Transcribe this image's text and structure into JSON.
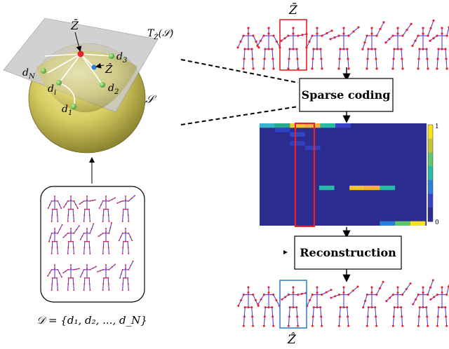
{
  "manifold": {
    "label": "𝒮",
    "tangent_label": "T",
    "tangent_sub": "Z̄",
    "tangent_arg": "(𝒮)",
    "mean_label": "Z̄",
    "recon_label": "Ẑ̄",
    "atoms": [
      "d",
      "d",
      "d",
      "d",
      "d"
    ],
    "atom_subs": [
      "3",
      "2",
      "1",
      "i",
      "N"
    ]
  },
  "dictionary": {
    "caption": "𝒟 = {d₁, d₂, ..., d_N}"
  },
  "pipeline": {
    "input_label": "Z̄",
    "output_label": "Ẑ̄",
    "sparse_coding": "Sparse coding",
    "reconstruction": "Reconstruction"
  },
  "heatmap": {
    "colorbar_max": "1",
    "colorbar_min": "0",
    "low_color": "#2b2c8e",
    "rows": [
      [
        "#3ab4c8",
        "#29a98c",
        "#f5c431",
        "#f7b13a",
        "#27bba8",
        "#3a42c9",
        "",
        "",
        "",
        "",
        ""
      ],
      [
        "",
        "#3042c4",
        "",
        "",
        "",
        "",
        "",
        "",
        "",
        "",
        ""
      ],
      [
        "",
        "",
        "#3148c6",
        "",
        "",
        "",
        "",
        "",
        "",
        "",
        ""
      ],
      [
        "",
        "",
        "",
        "",
        "",
        "",
        "",
        "",
        "",
        "",
        ""
      ],
      [
        "",
        "",
        "#3040bf",
        "",
        "",
        "",
        "",
        "",
        "",
        "",
        ""
      ],
      [
        "",
        "",
        "",
        "#3040bf",
        "",
        "",
        "",
        "",
        "",
        "",
        ""
      ],
      [
        "",
        "",
        "",
        "",
        "",
        "",
        "",
        "",
        "",
        "",
        ""
      ],
      [
        "",
        "",
        "",
        "",
        "",
        "",
        "",
        "",
        "",
        "",
        ""
      ],
      [
        "",
        "",
        "",
        "",
        "",
        "",
        "",
        "",
        "",
        "",
        ""
      ],
      [
        "",
        "",
        "",
        "",
        "",
        "",
        "",
        "",
        "",
        "",
        ""
      ],
      [
        "",
        "",
        "",
        "",
        "",
        "",
        "",
        "",
        "",
        "",
        ""
      ],
      [
        "",
        "",
        "",
        "",
        "",
        "",
        "",
        "",
        "",
        "",
        ""
      ],
      [
        "",
        "",
        "",
        "",
        "",
        "",
        "",
        "",
        "",
        "",
        ""
      ],
      [
        "",
        "",
        "",
        "",
        "",
        "",
        "",
        "",
        "",
        "",
        ""
      ],
      [
        "",
        "",
        "",
        "",
        "",
        "",
        "",
        "",
        "",
        "",
        ""
      ],
      [
        "",
        "",
        "",
        "",
        "",
        "",
        "",
        "",
        "",
        "",
        ""
      ],
      [
        "",
        "",
        "",
        "",
        "",
        "",
        "",
        "",
        "",
        "",
        ""
      ],
      [
        "",
        "",
        "",
        "",
        "",
        "",
        "",
        "",
        "",
        "",
        ""
      ],
      [
        "",
        "",
        "",
        "",
        "",
        "",
        "",
        "",
        "",
        "",
        ""
      ],
      [
        "",
        "",
        "",
        "",
        "",
        "",
        "",
        "",
        "",
        "",
        ""
      ],
      [
        "",
        "",
        "",
        "",
        "",
        "",
        "",
        "",
        "",
        "",
        ""
      ],
      [
        "",
        "",
        "",
        "",
        "",
        "",
        "",
        "",
        "",
        "",
        ""
      ],
      [
        "",
        "",
        "",
        "",
        "",
        "",
        "",
        "",
        "",
        "",
        ""
      ]
    ],
    "highlight_color": "#e8222a",
    "colorbar_colors": [
      "#2b2c8e",
      "#3a42c9",
      "#2a7fd9",
      "#27bba8",
      "#63c66f",
      "#c8c43a",
      "#f5e31f"
    ]
  },
  "colors": {
    "skeleton_joint": "#e8222a",
    "skeleton_bone": "#5b3bd6",
    "input_frame": "#e8222a",
    "output_frame": "#3a7fc8",
    "sphere": "#d6cc6a",
    "plane": "#c9c9c9"
  }
}
